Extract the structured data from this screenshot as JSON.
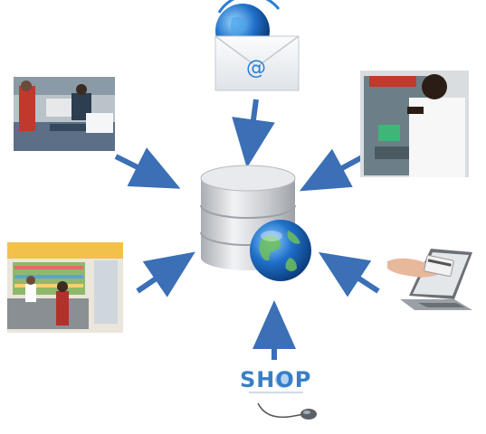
{
  "diagram": {
    "center": {
      "icon": "database-globe-icon"
    },
    "sources": [
      {
        "id": "email",
        "icon": "email-envelope-globe-icon"
      },
      {
        "id": "supermarket-checkout",
        "icon": "supermarket-checkout-photo"
      },
      {
        "id": "atm",
        "icon": "atm-machine-photo"
      },
      {
        "id": "retail-store",
        "icon": "store-counter-photo"
      },
      {
        "id": "laptop-card",
        "icon": "laptop-credit-card-icon"
      },
      {
        "id": "online-shop",
        "icon": "shop-mouse-icon",
        "label": "SHOP"
      }
    ],
    "colors": {
      "arrow": "#3b6fb6",
      "globe": "#1f6fc9",
      "database": "#cfd2d6"
    }
  }
}
